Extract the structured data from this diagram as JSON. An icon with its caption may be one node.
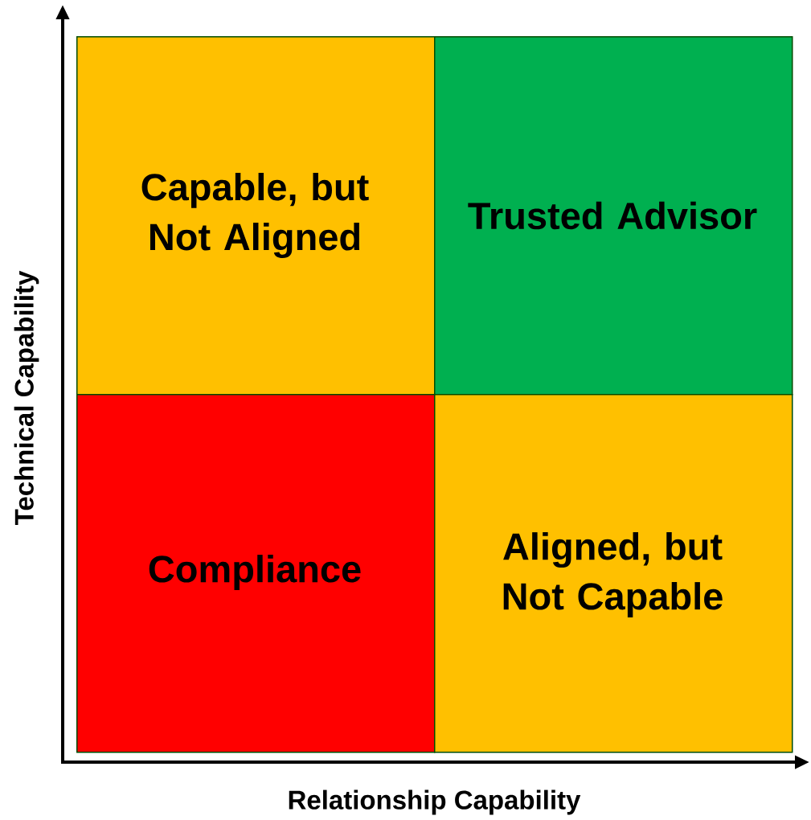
{
  "diagram": {
    "nodes": [
      {
        "text": [
          "Capable, but Not Aligned"
        ]
      },
      {
        "text": [
          "Trusted Advisor"
        ]
      },
      {
        "text": [
          "Compliance"
        ]
      },
      {
        "text": [
          "Aligned, but Not Capable"
        ]
      }
    ],
    "labels": [
      "Technical Capability",
      "Relationship Capability"
    ]
  }
}
